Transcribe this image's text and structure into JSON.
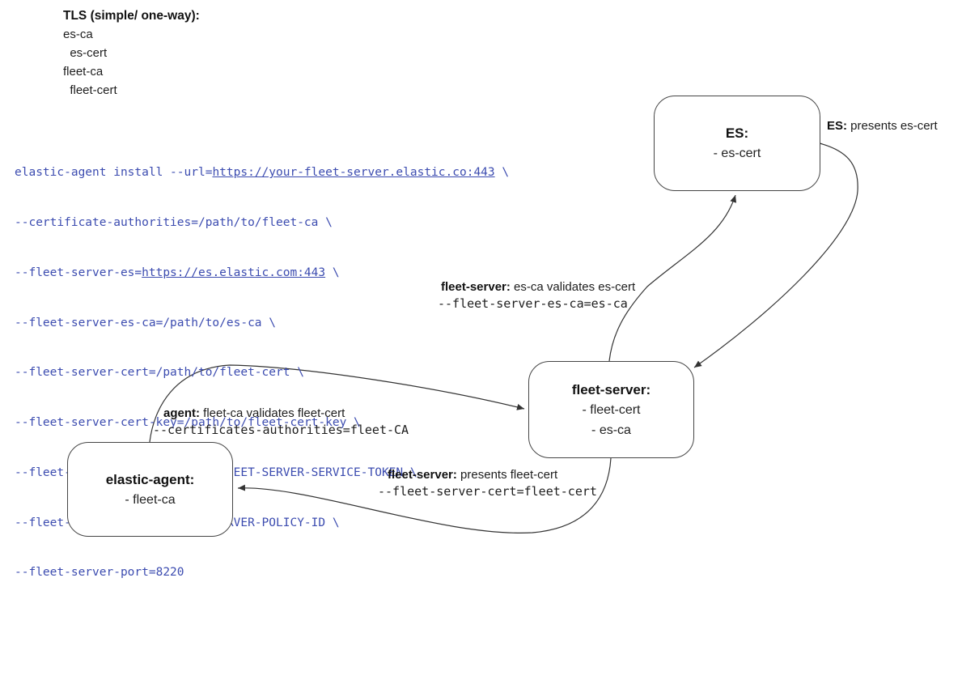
{
  "header": {
    "title": "TLS (simple/ one-way):",
    "lines": [
      "es-ca",
      "  es-cert",
      "fleet-ca",
      "  fleet-cert"
    ]
  },
  "command": {
    "line1": {
      "pre": "elastic-agent install --url=",
      "url": "https://your-fleet-server.elastic.co:443",
      "post": " \\"
    },
    "line2": "--certificate-authorities=/path/to/fleet-ca \\",
    "line3": {
      "pre": "--fleet-server-es=",
      "url": "https://es.elastic.com:443",
      "post": " \\"
    },
    "line4": "--fleet-server-es-ca=/path/to/es-ca \\",
    "line5": "--fleet-server-cert=/path/to/fleet-cert \\",
    "line6": "--fleet-server-cert-key=/path/to/fleet-cert-key \\",
    "line7": "--fleet-server-service-token=FLEET-SERVER-SERVICE-TOKEN \\",
    "line8": "--fleet-server-policy=FLEET-SERVER-POLICY-ID \\",
    "line9": "--fleet-server-port=8220"
  },
  "nodes": {
    "es": {
      "title": "ES:",
      "items": [
        "- es-cert"
      ]
    },
    "fleet_server": {
      "title": "fleet-server:",
      "items": [
        "- fleet-cert",
        "- es-ca"
      ]
    },
    "agent": {
      "title": "elastic-agent:",
      "items": [
        "- fleet-ca"
      ]
    }
  },
  "edge_labels": {
    "es_presents": {
      "bold": "ES:",
      "text": " presents es-cert"
    },
    "fleet_validates_es": {
      "bold": "fleet-server:",
      "text": " es-ca validates es-cert",
      "code": "--fleet-server-es-ca=es-ca"
    },
    "agent_validates_fleet": {
      "bold": "agent:",
      "text": " fleet-ca validates fleet-cert",
      "code": "--certificates-authorities=fleet-CA"
    },
    "fleet_presents_cert": {
      "bold": "fleet-server:",
      "text": " presents fleet-cert",
      "code": "--fleet-server-cert=fleet-cert"
    }
  },
  "colors": {
    "command_text": "#3c4cb0",
    "diagram_stroke": "#333333",
    "background": "#ffffff"
  }
}
